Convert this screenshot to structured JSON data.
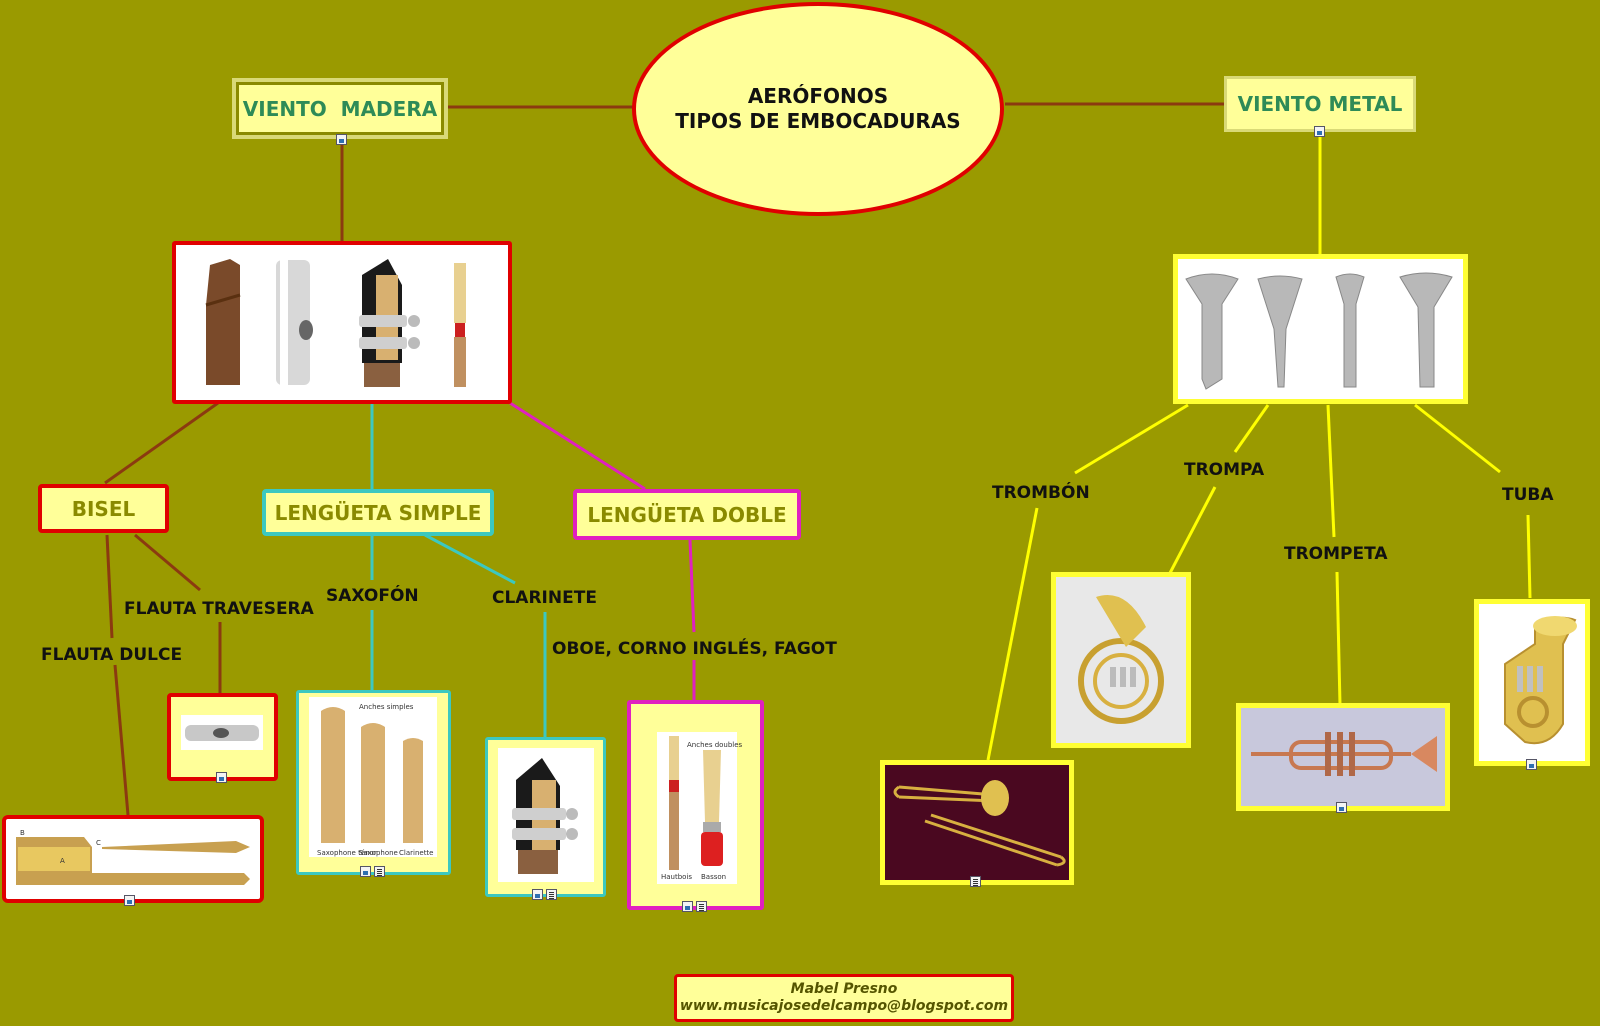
{
  "center": {
    "line1": "AERÓFONOS",
    "line2": "TIPOS DE EMBOCADURAS"
  },
  "madera": {
    "title": "VIENTO  MADERA",
    "bisel": "BISEL",
    "simple": "LENGÜETA SIMPLE",
    "doble": "LENGÜETA DOBLE",
    "flauta_travesera": "FLAUTA TRAVESERA",
    "flauta_dulce": "FLAUTA DULCE",
    "saxofon": "SAXOFÓN",
    "clarinete": "CLARINETE",
    "oboe": "OBOE, CORNO INGLÉS, FAGOT"
  },
  "metal": {
    "title": "VIENTO METAL",
    "trombon": "TROMBÓN",
    "trompa": "TROMPA",
    "trompeta": "TROMPETA",
    "tuba": "TUBA"
  },
  "images": {
    "anches_simples": "Anches simples",
    "sax_tenor": "Saxophone ténor",
    "sax": "Saxophone",
    "clarinette": "Clarinette",
    "anches_doubles": "Anches doubles",
    "hautbois": "Hautbois",
    "basson": "Basson",
    "fig_a": "A",
    "fig_b": "B",
    "fig_c": "C"
  },
  "credit": {
    "author": "Mabel Presno",
    "url": "www.musicajosedelcampo@blogspot.com"
  },
  "colors": {
    "background": "#9a9a00",
    "node_fill": "#ffff99",
    "red": "#e00000",
    "brown": "#8b3a10",
    "teal": "#3cc8c0",
    "magenta": "#e020c0",
    "yellow": "#ffff00",
    "green_text": "#2e8b57",
    "olive_text": "#8a8a00"
  }
}
